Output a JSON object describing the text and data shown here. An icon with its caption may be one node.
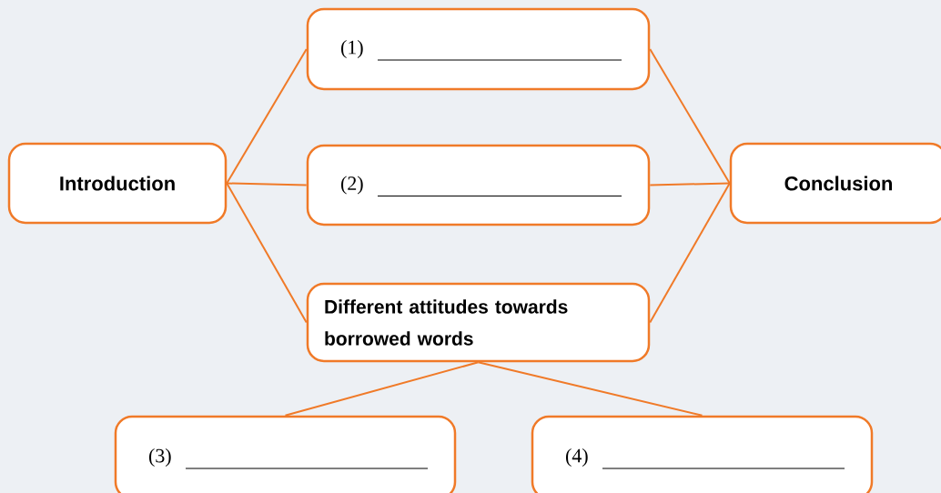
{
  "diagram": {
    "nodes": [
      {
        "text": [
          "Introduction"
        ]
      },
      {
        "text": [
          "(1)"
        ]
      },
      {
        "text": [
          "(2)"
        ]
      },
      {
        "text": [
          "Different attitudes towards borrowed words"
        ]
      },
      {
        "text": [
          "Conclusion"
        ]
      },
      {
        "text": [
          "(3)"
        ]
      },
      {
        "text": [
          "(4)"
        ]
      }
    ],
    "edges": [
      {
        "from": 0,
        "to": 1,
        "arrow": "none"
      },
      {
        "from": 0,
        "to": 2,
        "arrow": "none"
      },
      {
        "from": 0,
        "to": 3,
        "arrow": "none"
      },
      {
        "from": 1,
        "to": 4,
        "arrow": "none"
      },
      {
        "from": 2,
        "to": 4,
        "arrow": "none"
      },
      {
        "from": 3,
        "to": 4,
        "arrow": "none"
      },
      {
        "from": 3,
        "to": 5,
        "arrow": "none"
      },
      {
        "from": 3,
        "to": 6,
        "arrow": "none"
      }
    ]
  }
}
